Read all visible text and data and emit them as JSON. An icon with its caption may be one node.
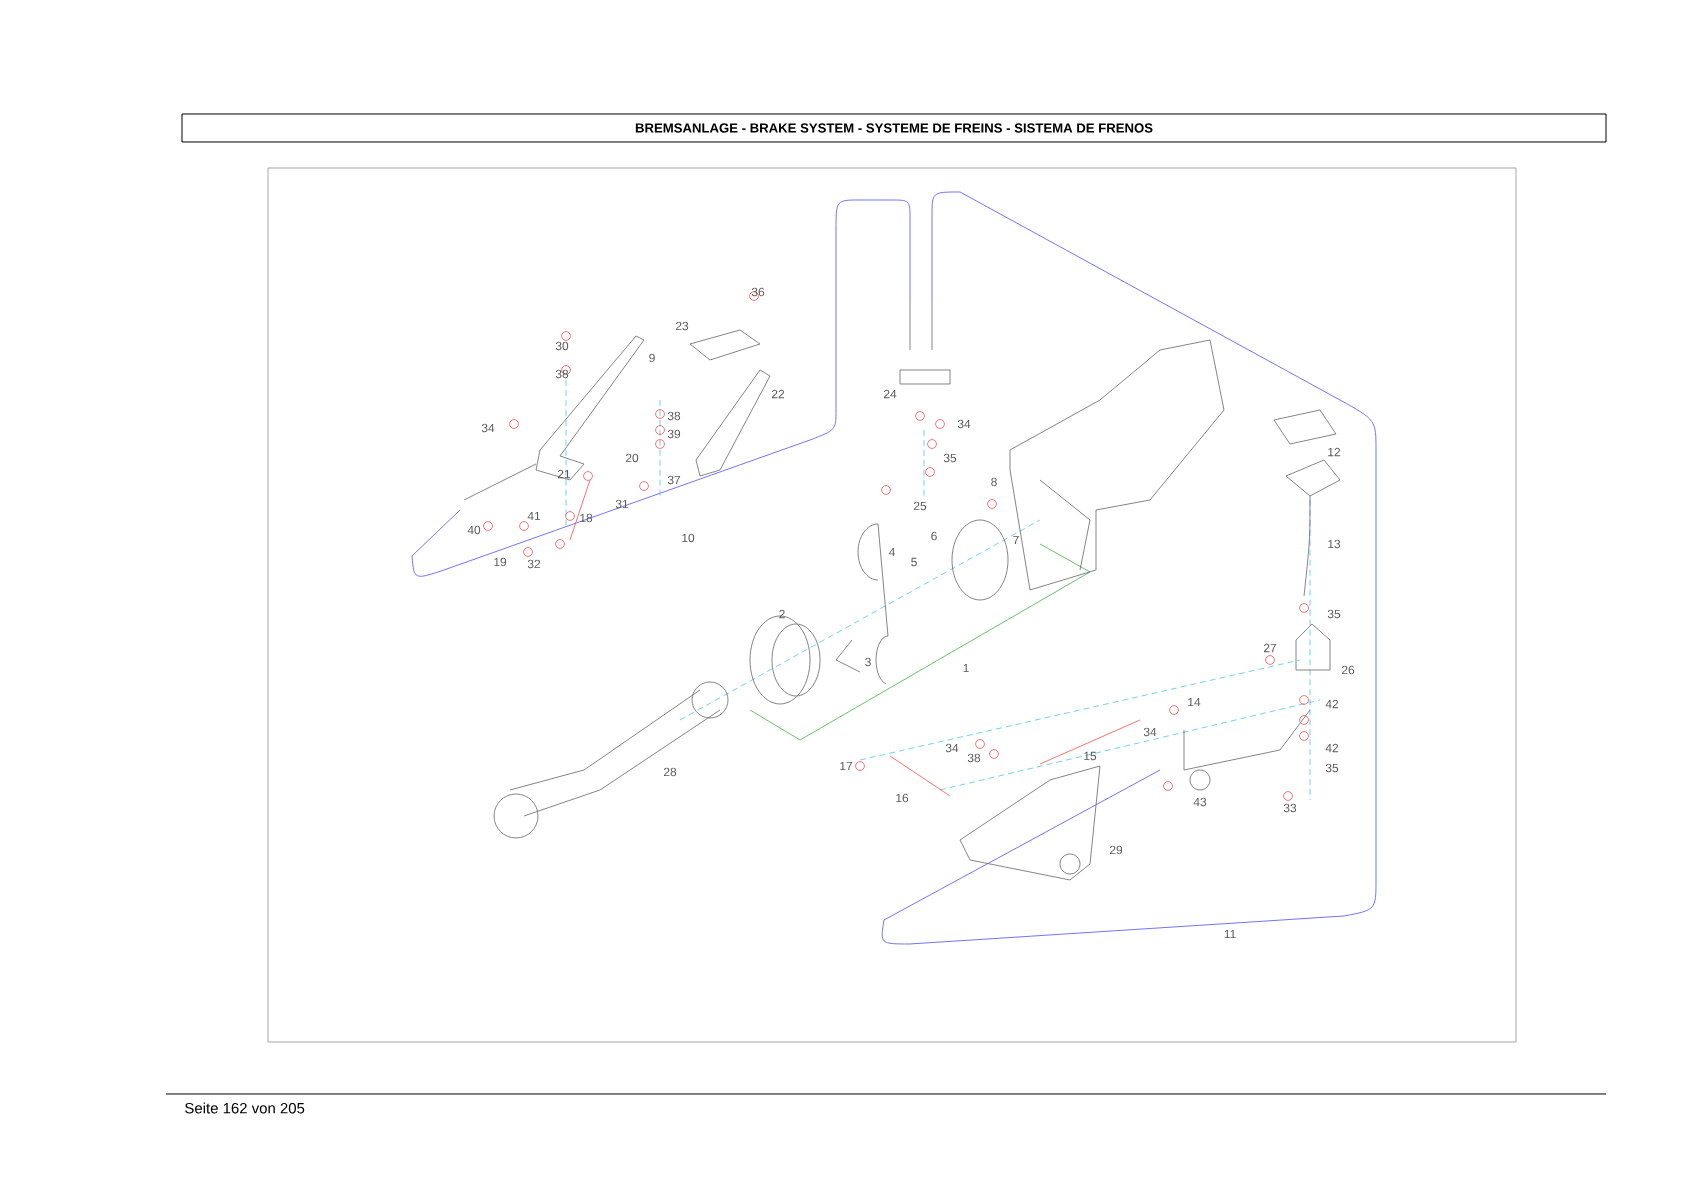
{
  "diagram": {
    "title": "BREMSANLAGE - BRAKE SYSTEM - SYSTEME DE FREINS - SISTEMA DE FRENOS",
    "labels": [
      "36",
      "23",
      "30",
      "9",
      "38",
      "22",
      "24",
      "38",
      "34",
      "34",
      "39",
      "35",
      "20",
      "8",
      "21",
      "37",
      "12",
      "25",
      "31",
      "18",
      "41",
      "7",
      "40",
      "10",
      "6",
      "4",
      "5",
      "19",
      "32",
      "13",
      "35",
      "2",
      "27",
      "3",
      "1",
      "26",
      "14",
      "42",
      "34",
      "34",
      "38",
      "15",
      "42",
      "17",
      "35",
      "28",
      "16",
      "43",
      "33",
      "29",
      "11",
      "Seite 162 von 205"
    ]
  }
}
